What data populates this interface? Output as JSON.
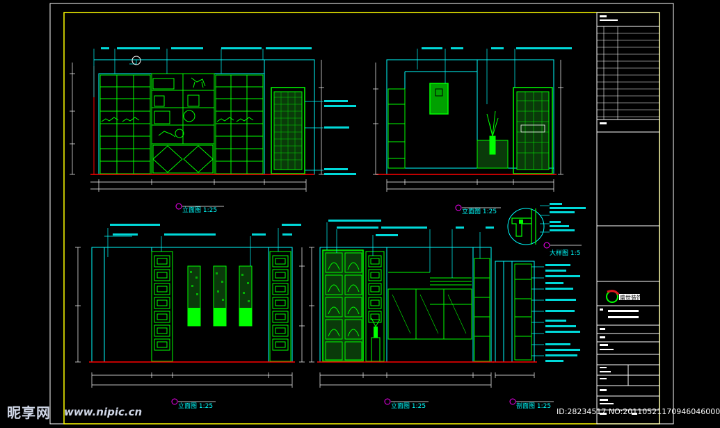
{
  "colors": {
    "background": "#000000",
    "frame": "#ffff00",
    "outline": "#00ffff",
    "fill": "#00ff00",
    "dim": "#ffffff",
    "baseline": "#ff0000",
    "logo_red": "#e0141e"
  },
  "views": {
    "v1": {
      "scale": "立面图 1:25"
    },
    "v2": {
      "scale": "立面图 1:25"
    },
    "v3": {
      "scale": "立面图 1:25"
    },
    "v4": {
      "scale": "立面图 1:25"
    },
    "v5": {
      "scale": "大样图 1:5"
    },
    "v6": {
      "scale": "剖面图 1:25"
    }
  },
  "title_block": {
    "logo_name": "盛世装饰"
  },
  "watermark": {
    "site": "昵享网",
    "url": "www.nipic.cn",
    "id": "ID:28234517 NO:20110521170946046000"
  }
}
